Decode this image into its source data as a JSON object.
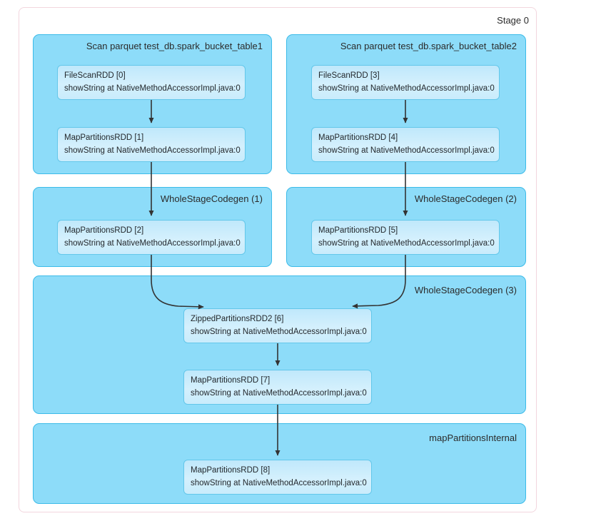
{
  "stage": {
    "label": "Stage 0",
    "frame_border_color": "#f2d6de"
  },
  "colors": {
    "cluster_fill": "#8ddcf9",
    "cluster_border": "#3cbbe8",
    "node_fill": "#cfeefc",
    "node_border": "#63c7ea",
    "edge": "#333333",
    "text": "#23282c"
  },
  "clusters": [
    {
      "id": "scan1",
      "label": "Scan parquet test_db.spark_bucket_table1"
    },
    {
      "id": "scan2",
      "label": "Scan parquet test_db.spark_bucket_table2"
    },
    {
      "id": "wsc1",
      "label": "WholeStageCodegen (1)"
    },
    {
      "id": "wsc2",
      "label": "WholeStageCodegen (2)"
    },
    {
      "id": "wsc3",
      "label": "WholeStageCodegen (3)"
    },
    {
      "id": "mapint",
      "label": "mapPartitionsInternal"
    }
  ],
  "nodes": [
    {
      "id": "rdd0",
      "title": "FileScanRDD [0]",
      "callsite": "showString at NativeMethodAccessorImpl.java:0"
    },
    {
      "id": "rdd1",
      "title": "MapPartitionsRDD [1]",
      "callsite": "showString at NativeMethodAccessorImpl.java:0"
    },
    {
      "id": "rdd3",
      "title": "FileScanRDD [3]",
      "callsite": "showString at NativeMethodAccessorImpl.java:0"
    },
    {
      "id": "rdd4",
      "title": "MapPartitionsRDD [4]",
      "callsite": "showString at NativeMethodAccessorImpl.java:0"
    },
    {
      "id": "rdd2",
      "title": "MapPartitionsRDD [2]",
      "callsite": "showString at NativeMethodAccessorImpl.java:0"
    },
    {
      "id": "rdd5",
      "title": "MapPartitionsRDD [5]",
      "callsite": "showString at NativeMethodAccessorImpl.java:0"
    },
    {
      "id": "rdd6",
      "title": "ZippedPartitionsRDD2 [6]",
      "callsite": "showString at NativeMethodAccessorImpl.java:0"
    },
    {
      "id": "rdd7",
      "title": "MapPartitionsRDD [7]",
      "callsite": "showString at NativeMethodAccessorImpl.java:0"
    },
    {
      "id": "rdd8",
      "title": "MapPartitionsRDD [8]",
      "callsite": "showString at NativeMethodAccessorImpl.java:0"
    }
  ],
  "edges": [
    {
      "from": "rdd0",
      "to": "rdd1"
    },
    {
      "from": "rdd1",
      "to": "rdd2"
    },
    {
      "from": "rdd3",
      "to": "rdd4"
    },
    {
      "from": "rdd4",
      "to": "rdd5"
    },
    {
      "from": "rdd2",
      "to": "rdd6"
    },
    {
      "from": "rdd5",
      "to": "rdd6"
    },
    {
      "from": "rdd6",
      "to": "rdd7"
    },
    {
      "from": "rdd7",
      "to": "rdd8"
    }
  ]
}
